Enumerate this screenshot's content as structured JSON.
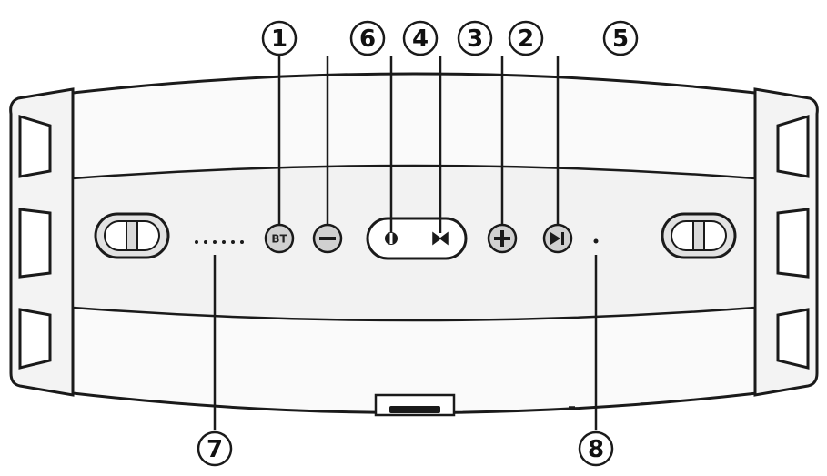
{
  "diagram": {
    "buttons": {
      "bluetooth": {
        "label": "BT"
      }
    },
    "callouts": [
      {
        "id": "c1",
        "number": "1"
      },
      {
        "id": "c6",
        "number": "6"
      },
      {
        "id": "c4",
        "number": "4"
      },
      {
        "id": "c3",
        "number": "3"
      },
      {
        "id": "c2",
        "number": "2"
      },
      {
        "id": "c5",
        "number": "5"
      },
      {
        "id": "c7",
        "number": "7"
      },
      {
        "id": "c8",
        "number": "8"
      }
    ],
    "colors": {
      "stroke": "#1a1a1a",
      "body_fill": "#fafafa",
      "button_fill": "#d0d0d0"
    }
  }
}
